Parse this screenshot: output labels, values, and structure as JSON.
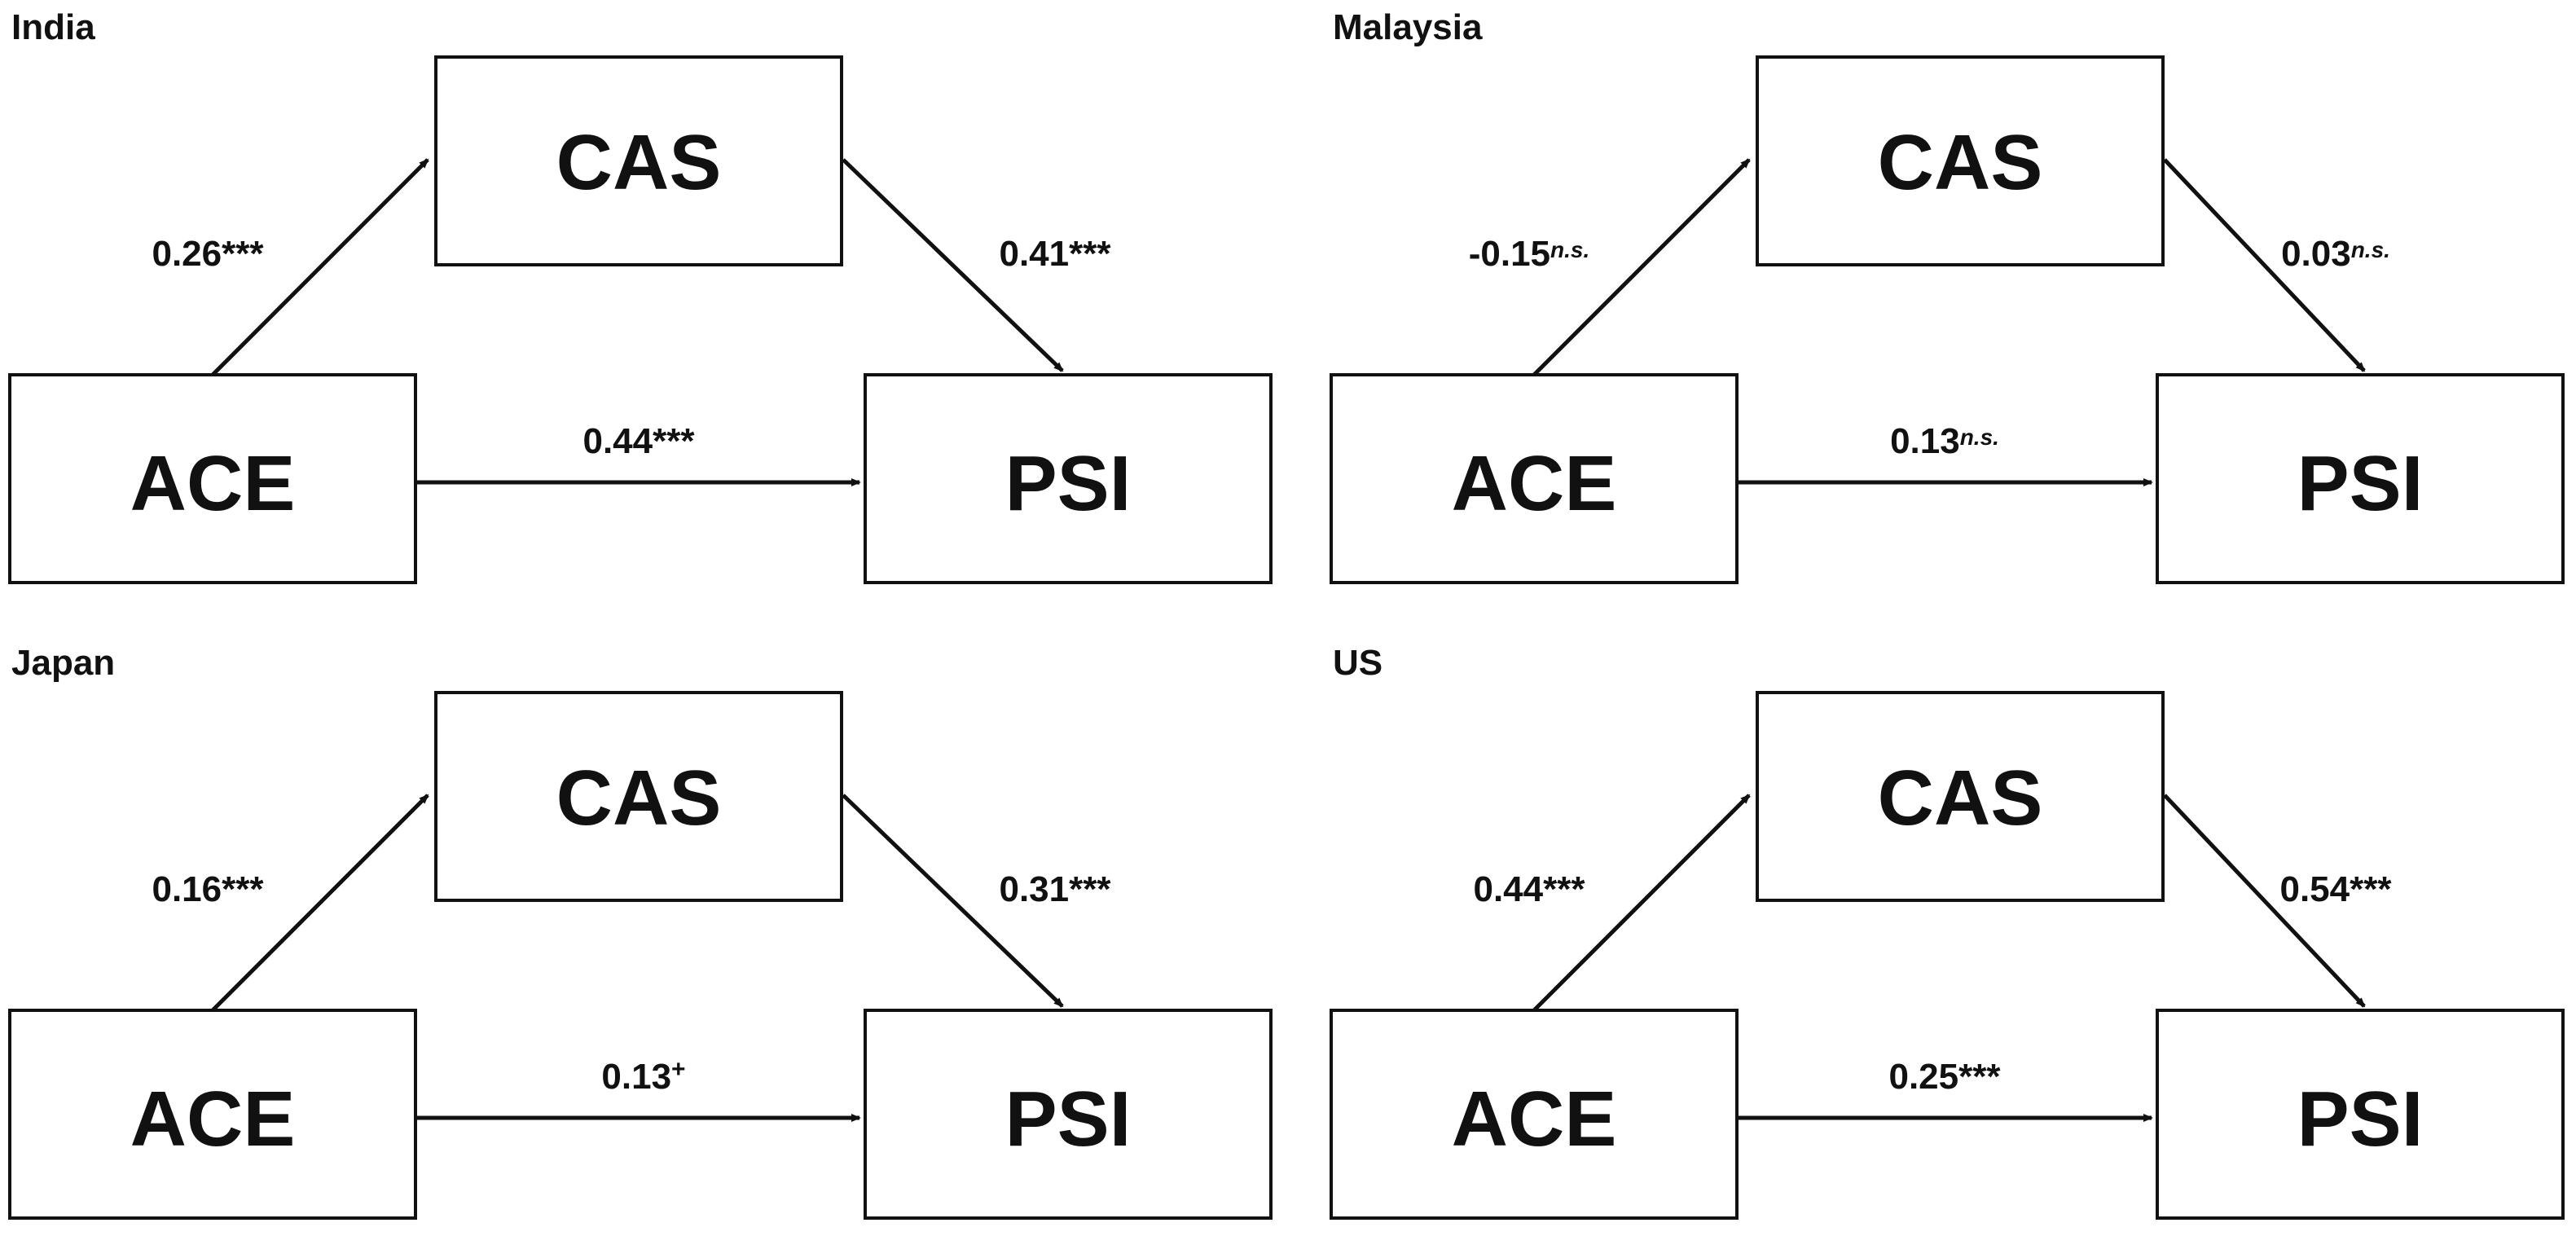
{
  "panels": [
    {
      "title": "India",
      "nodes": {
        "cas": "CAS",
        "ace": "ACE",
        "psi": "PSI"
      },
      "paths": {
        "a": {
          "value": "0.26",
          "sig": "***",
          "sig_type": "star"
        },
        "b": {
          "value": "0.41",
          "sig": "***",
          "sig_type": "star"
        },
        "c": {
          "value": "0.44",
          "sig": "***",
          "sig_type": "star"
        }
      }
    },
    {
      "title": "Malaysia",
      "nodes": {
        "cas": "CAS",
        "ace": "ACE",
        "psi": "PSI"
      },
      "paths": {
        "a": {
          "value": "-0.15",
          "sig": "n.s.",
          "sig_type": "ns"
        },
        "b": {
          "value": "0.03",
          "sig": "n.s.",
          "sig_type": "ns"
        },
        "c": {
          "value": "0.13",
          "sig": "n.s.",
          "sig_type": "ns"
        }
      }
    },
    {
      "title": "Japan",
      "nodes": {
        "cas": "CAS",
        "ace": "ACE",
        "psi": "PSI"
      },
      "paths": {
        "a": {
          "value": "0.16",
          "sig": "***",
          "sig_type": "star"
        },
        "b": {
          "value": "0.31",
          "sig": "***",
          "sig_type": "star"
        },
        "c": {
          "value": "0.13",
          "sig": "+",
          "sig_type": "plus"
        }
      }
    },
    {
      "title": "US",
      "nodes": {
        "cas": "CAS",
        "ace": "ACE",
        "psi": "PSI"
      },
      "paths": {
        "a": {
          "value": "0.44",
          "sig": "***",
          "sig_type": "star"
        },
        "b": {
          "value": "0.54",
          "sig": "***",
          "sig_type": "star"
        },
        "c": {
          "value": "0.25",
          "sig": "***",
          "sig_type": "star"
        }
      }
    }
  ]
}
